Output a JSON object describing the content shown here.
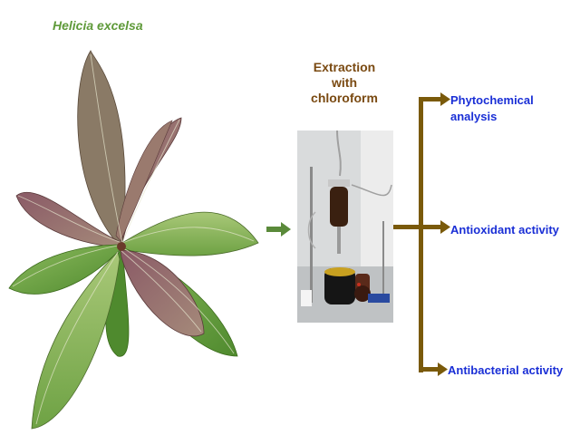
{
  "plant_name": "Helicia excelsa",
  "process": {
    "line1": "Extraction",
    "line2": "with",
    "line3": "chloroform"
  },
  "outputs": [
    {
      "line1": "Phytochemical",
      "line2": "analysis"
    },
    {
      "line1": "Antioxidant activity"
    },
    {
      "line1": "Antibacterial activity"
    }
  ],
  "colors": {
    "plant_label": "#5f9a3a",
    "process_label": "#7a4a12",
    "arrows_brown": "#7a5a0a",
    "arrow_green": "#5a8a3a",
    "output_text": "#1a2fd6"
  },
  "icons": [
    "plant-illustration",
    "lab-apparatus-photo",
    "arrow-right-icon"
  ]
}
